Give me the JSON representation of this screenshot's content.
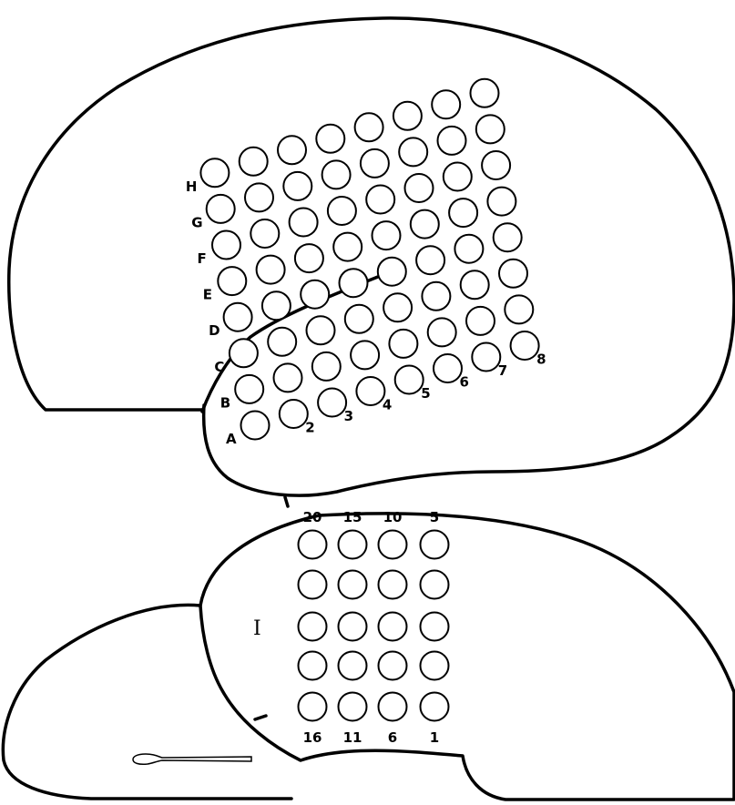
{
  "grid_top": {
    "row_labels": [
      "A",
      "B",
      "C",
      "D",
      "E",
      "F",
      "G",
      "H"
    ],
    "column_labels": [
      "2",
      "3",
      "4",
      "5",
      "6",
      "7",
      "8"
    ]
  },
  "strip_bottom": {
    "label": "I",
    "top_labels": [
      "20",
      "15",
      "10",
      "5"
    ],
    "bottom_labels": [
      "16",
      "11",
      "6",
      "1"
    ]
  },
  "colors": {
    "stroke": "#000000",
    "background": "#ffffff"
  }
}
